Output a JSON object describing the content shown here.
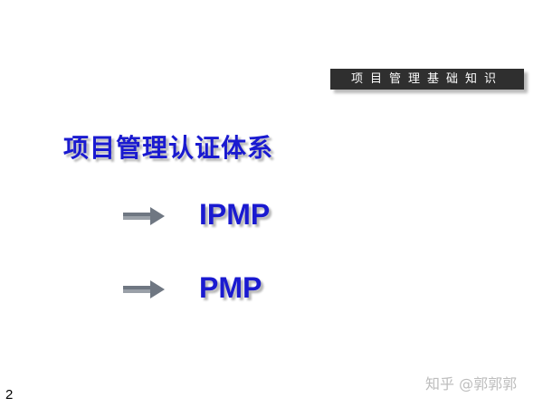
{
  "slide": {
    "topic_bar": "项目管理基础知识",
    "heading": "项目管理认证体系",
    "items": [
      {
        "label": "IPMP",
        "icon": "arrow-right-icon"
      },
      {
        "label": "PMP",
        "icon": "arrow-right-icon"
      }
    ],
    "page_number": "2",
    "watermark": "知乎 @郭郭郭"
  },
  "colors": {
    "heading": "#1a1ad0",
    "topic_bar_bg": "#2f2f2f",
    "arrow": "#6f7782",
    "shadow": "#b6b6b6",
    "watermark": "#bdbdbd"
  }
}
